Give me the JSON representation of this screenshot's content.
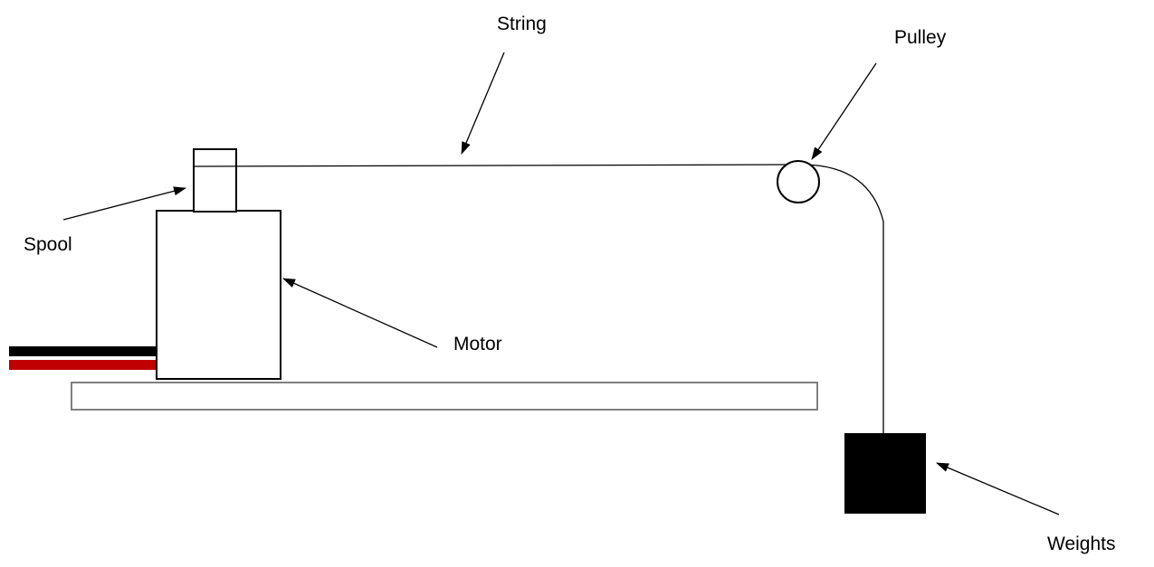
{
  "labels": {
    "string": "String",
    "pulley": "Pulley",
    "spool": "Spool",
    "motor": "Motor",
    "weights": "Weights"
  },
  "colors": {
    "stroke": "#000000",
    "base_outline": "#7f7f7f",
    "wire_black": "#000000",
    "wire_red": "#c00000",
    "weights_fill": "#000000"
  }
}
